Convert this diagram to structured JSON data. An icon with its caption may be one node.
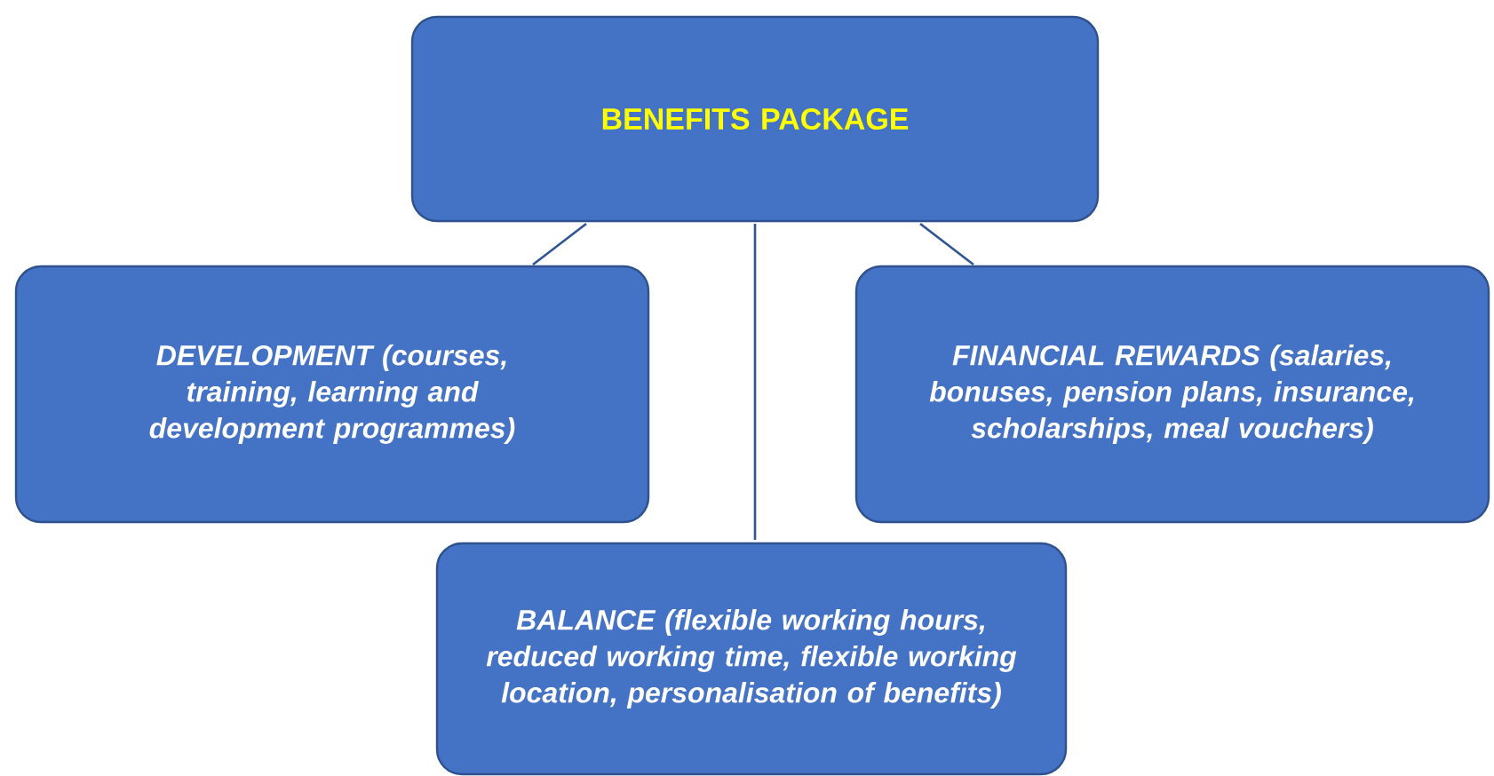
{
  "diagram": {
    "nodes": [
      {
        "text": [
          "BENEFITS PACKAGE"
        ]
      },
      {
        "text": [
          "DEVELOPMENT (courses, training, learning and development programmes)"
        ]
      },
      {
        "text": [
          "FINANCIAL REWARDS (salaries, bonuses, pension plans, insurance, scholarships, meal vouchers)"
        ]
      },
      {
        "text": [
          "BALANCE (flexible working hours, reduced working time, flexible working location, personalisation of benefits)"
        ]
      }
    ],
    "edges": [
      {
        "from": 0,
        "to": 1,
        "arrow": "none"
      },
      {
        "from": 0,
        "to": 3,
        "arrow": "none"
      },
      {
        "from": 0,
        "to": 2,
        "arrow": "none"
      }
    ]
  }
}
